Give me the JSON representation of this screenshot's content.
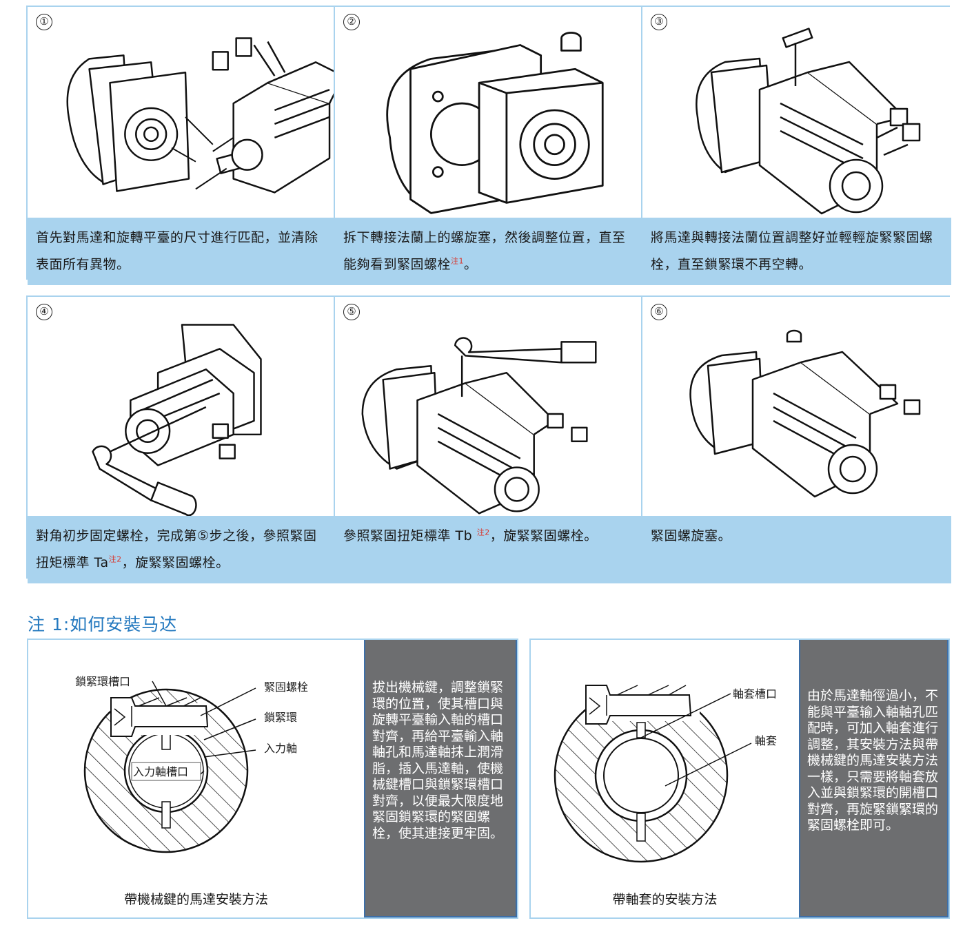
{
  "steps": [
    {
      "number": "①",
      "caption": "首先對馬達和旋轉平臺的尺寸進行匹配，並清除表面所有異物。"
    },
    {
      "number": "②",
      "caption_main": "拆下轉接法蘭上的螺旋塞，然後調整位置，直至能夠看到緊固螺栓",
      "note_ref": "注1",
      "caption_tail": "。"
    },
    {
      "number": "③",
      "caption": "將馬達與轉接法蘭位置調整好並輕輕旋緊緊固螺栓，直至鎖緊環不再空轉。"
    },
    {
      "number": "④",
      "caption_main": "對角初步固定螺栓，完成第⑤步之後，參照緊固扭矩標準 Ta",
      "note_ref": "注2",
      "caption_tail": "，旋緊緊固螺栓。"
    },
    {
      "number": "⑤",
      "caption_main": "參照緊固扭矩標準 Tb ",
      "note_ref": "注2",
      "caption_tail": "，旋緊緊固螺栓。"
    },
    {
      "number": "⑥",
      "caption": "緊固螺旋塞。"
    }
  ],
  "note1": {
    "title": "注 1:如何安裝马达",
    "left": {
      "labels": {
        "lock_slot": "鎖緊環槽口",
        "bolt": "緊固螺栓",
        "lock_ring": "鎖緊環",
        "input_shaft": "入力軸",
        "input_slot": "入力軸槽口"
      },
      "caption": "帶機械鍵的馬達安裝方法",
      "description": "拔出機械鍵，調整鎖緊環的位置，使其槽口與旋轉平臺輸入軸的槽口對齊，再給平臺輸入軸軸孔和馬達軸抹上潤滑脂，插入馬達軸，使機械鍵槽口與鎖緊環槽口對齊，以便最大限度地緊固鎖緊環的緊固螺栓，使其連接更牢固。"
    },
    "right": {
      "labels": {
        "sleeve_slot": "軸套槽口",
        "sleeve": "軸套"
      },
      "caption": "帶軸套的安裝方法",
      "description": "由於馬達軸徑過小，不能與平臺输入軸軸孔匹配時，可加入軸套進行調整，其安裝方法與帶機械鍵的馬達安裝方法一樣，只需要將軸套放入並與鎖緊環的開槽口對齊，再旋緊鎖緊環的緊固螺栓即可。"
    }
  },
  "colors": {
    "caption_bg": "#a9d3ee",
    "note_title": "#2479bf",
    "side_text_bg": "#6d6e70",
    "note_ref": "#d9342b"
  }
}
